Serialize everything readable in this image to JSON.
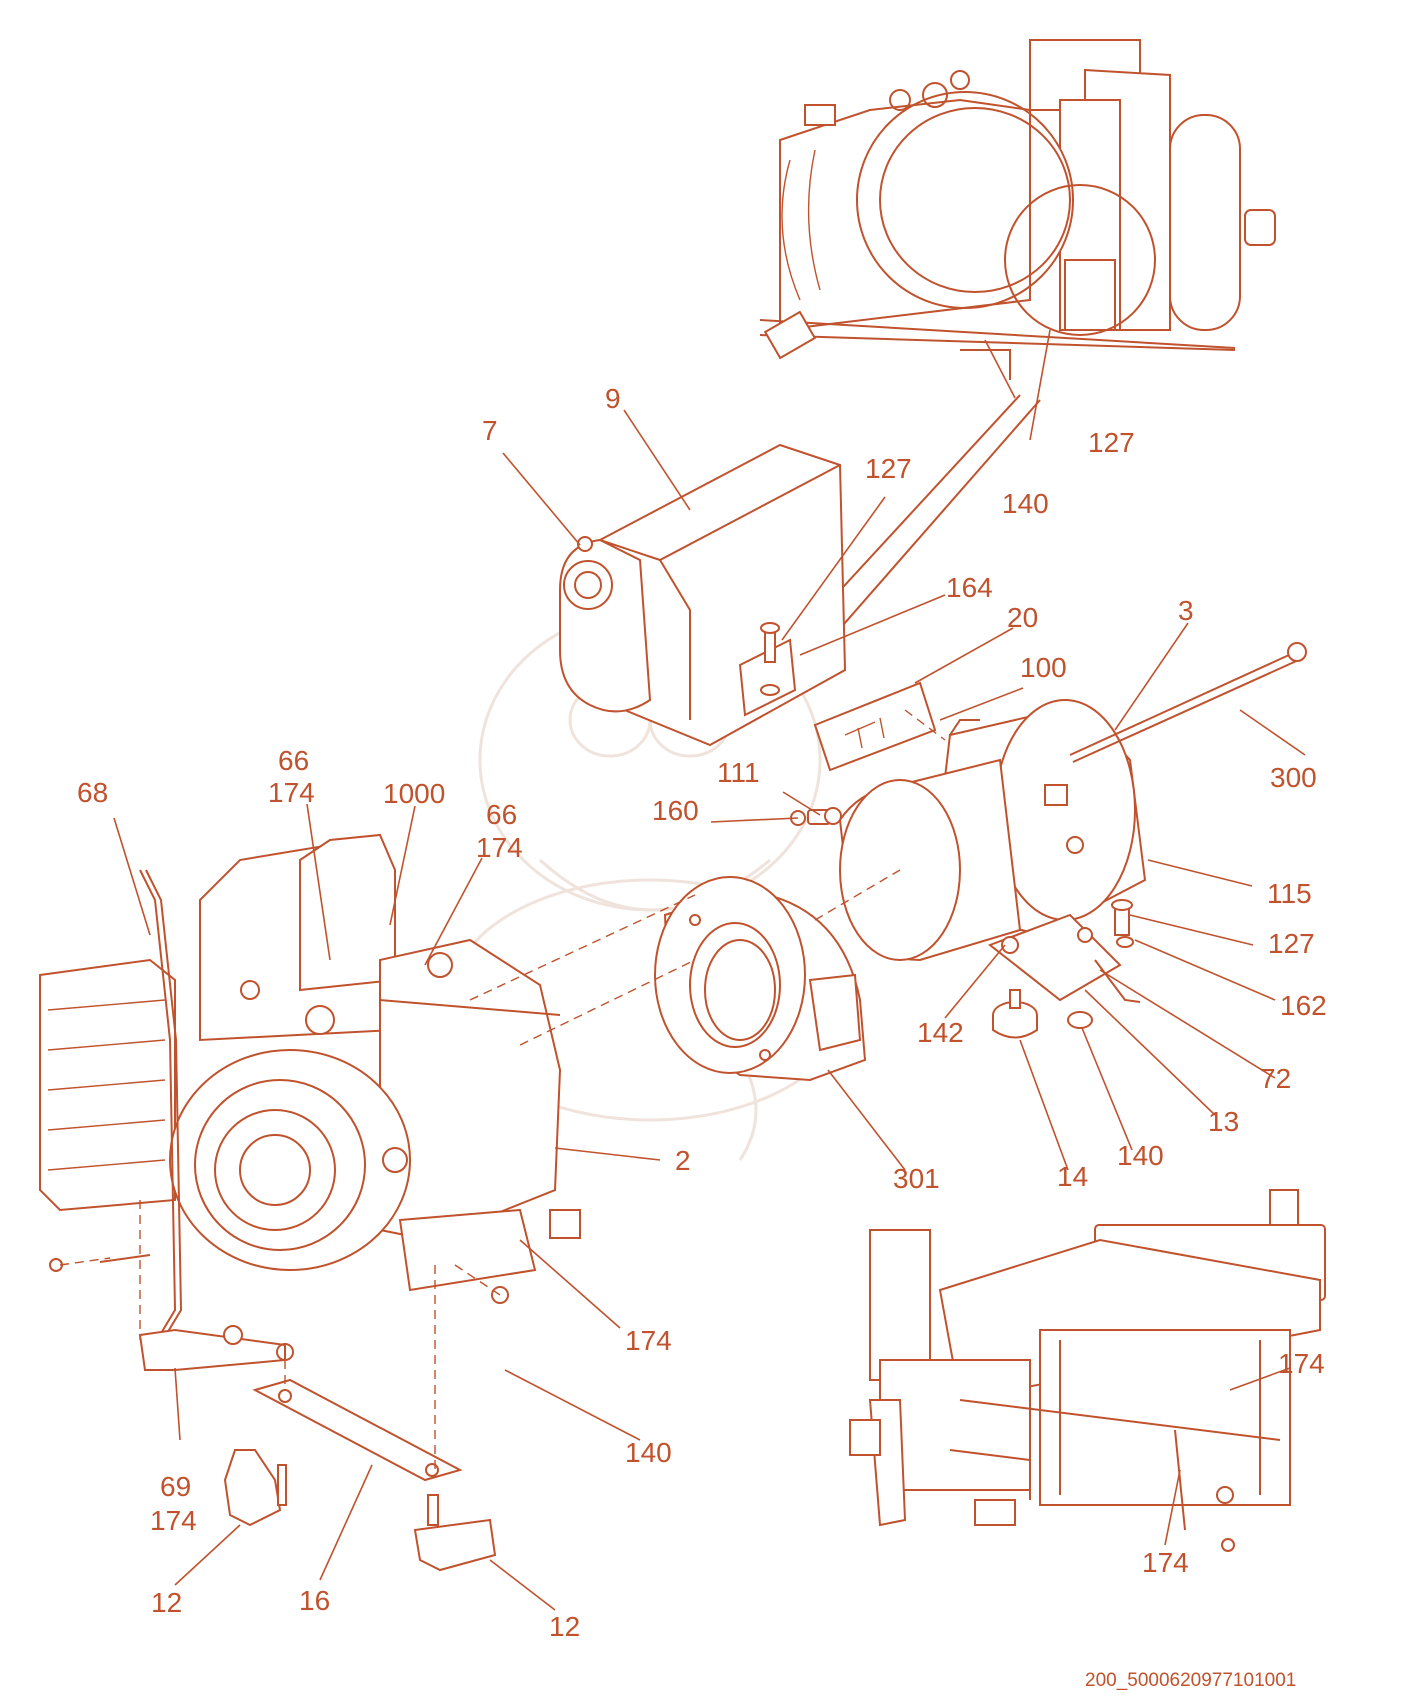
{
  "colors": {
    "line": "#c0522d",
    "background": "#ffffff",
    "watermark": "#efe3dc"
  },
  "callouts": {
    "c9": "9",
    "c7": "7",
    "c127_top": "127",
    "c127_inset": "127",
    "c140_inset": "140",
    "c164": "164",
    "c20": "20",
    "c3": "3",
    "c100": "100",
    "c300": "300",
    "c111": "111",
    "c160": "160",
    "c115": "115",
    "c127_right": "127",
    "c162": "162",
    "c142": "142",
    "c72": "72",
    "c13": "13",
    "c140_right": "140",
    "c14": "14",
    "c301": "301",
    "c2": "2",
    "c68": "68",
    "c66_a": "66",
    "c174_a": "174",
    "c1000": "1000",
    "c66_b": "66",
    "c174_b": "174",
    "c174_engine": "174",
    "c140_bottom": "140",
    "c69": "69",
    "c174_c": "174",
    "c12_left": "12",
    "c16": "16",
    "c12_right": "12",
    "c174_inset_top": "174",
    "c174_inset_bottom": "174"
  },
  "document_id": "200_5000620977101001",
  "icons": {
    "watermark": "dragon-watermark-icon"
  }
}
